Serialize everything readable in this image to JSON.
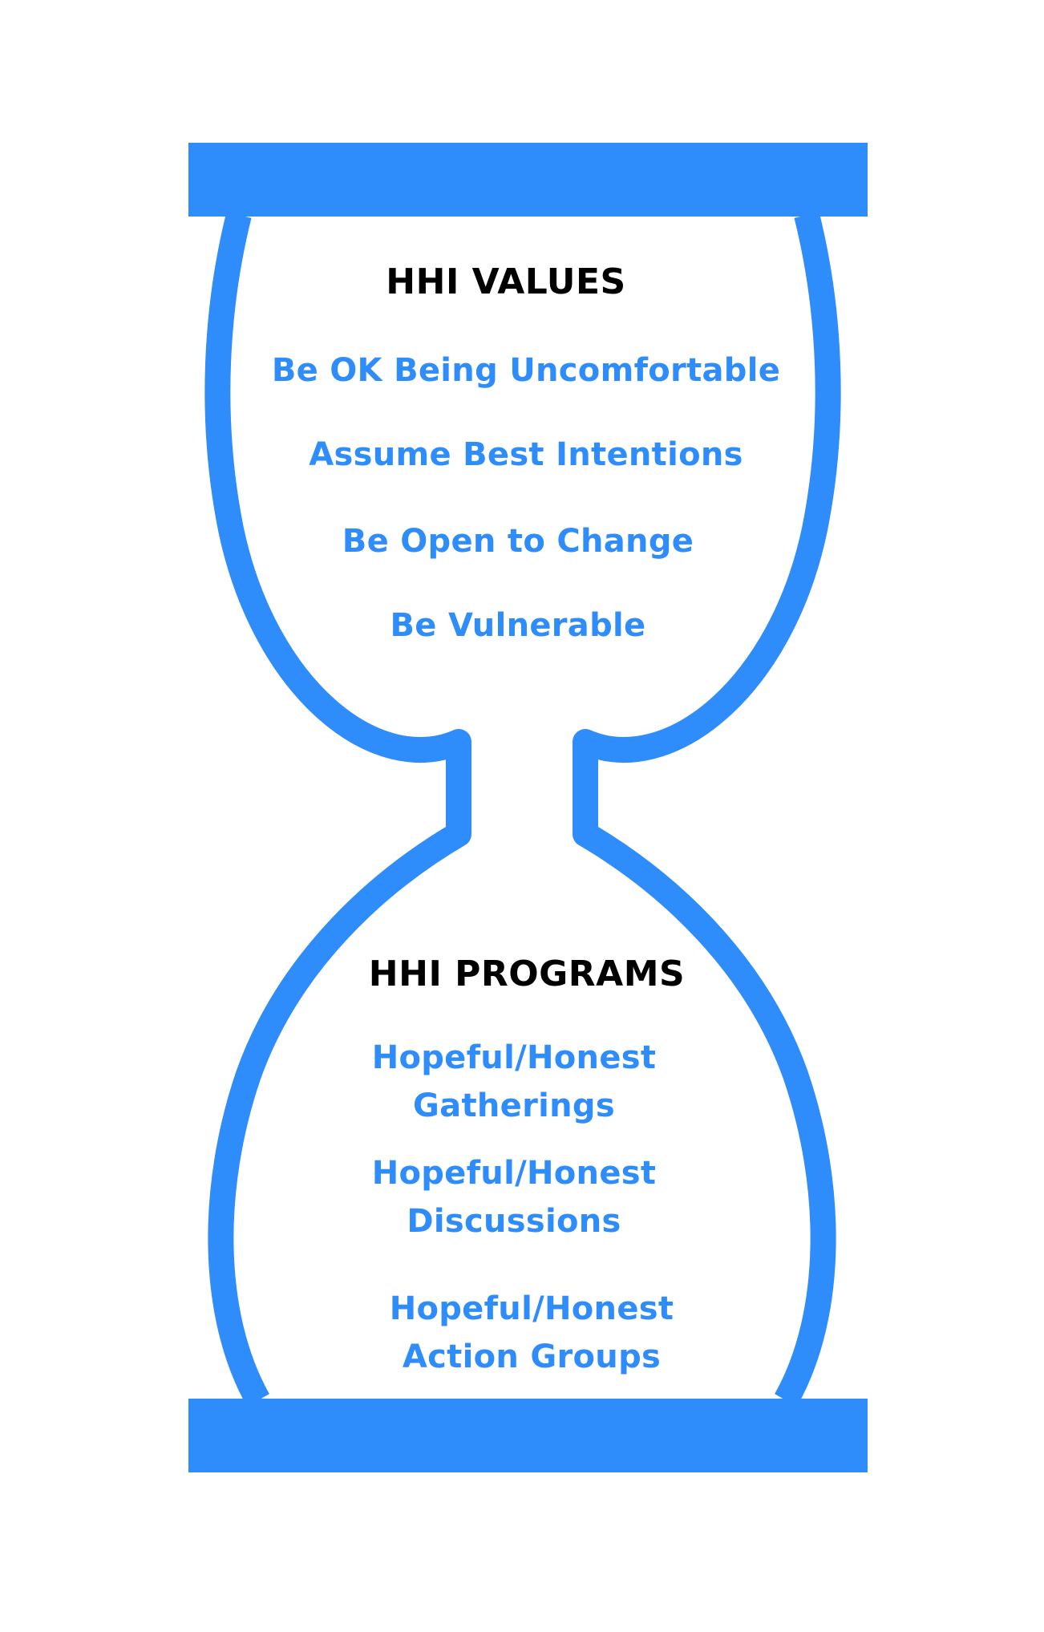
{
  "colors": {
    "hourglass": "#2f8cfb",
    "heading": "#000000",
    "item_text": "#2f8cfb",
    "background": "#ffffff"
  },
  "values": {
    "heading": "HHI VALUES",
    "items": [
      "Be OK Being Uncomfortable",
      "Assume Best Intentions",
      "Be Open to Change",
      "Be Vulnerable"
    ]
  },
  "programs": {
    "heading": "HHI PROGRAMS",
    "items": [
      {
        "line1": "Hopeful/Honest",
        "line2": "Gatherings"
      },
      {
        "line1": "Hopeful/Honest",
        "line2": "Discussions"
      },
      {
        "line1": "Hopeful/Honest",
        "line2": "Action Groups"
      }
    ]
  }
}
